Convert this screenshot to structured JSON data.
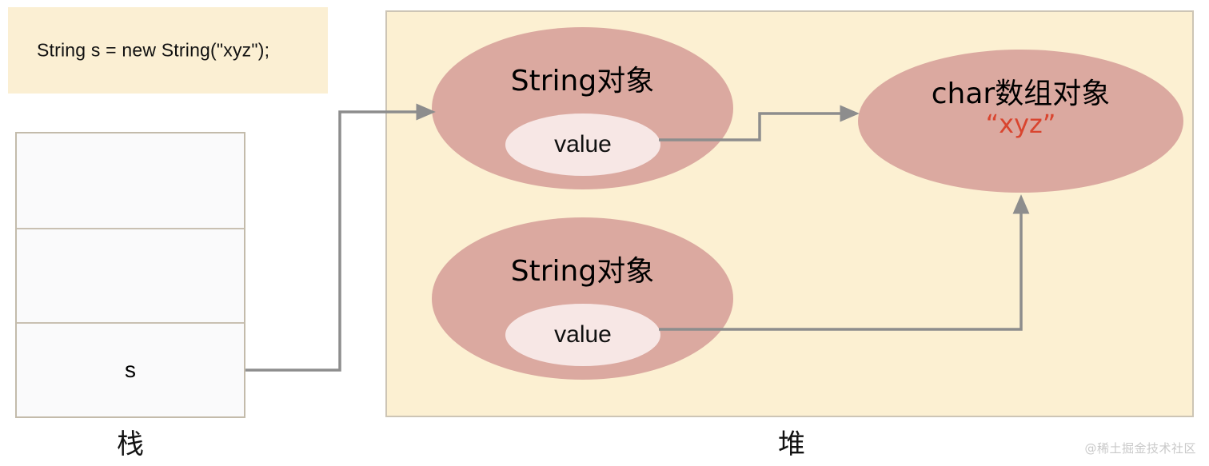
{
  "code_box": {
    "text": "String s = new String(\"xyz\");"
  },
  "stack": {
    "label": "栈",
    "cells": [
      {
        "text": ""
      },
      {
        "text": ""
      },
      {
        "text": "s"
      }
    ]
  },
  "heap": {
    "label": "堆",
    "objects": [
      {
        "title": "String对象",
        "field": "value"
      },
      {
        "title": "String对象",
        "field": "value"
      },
      {
        "title": "char数组对象",
        "value": "“xyz”"
      }
    ]
  },
  "watermark": {
    "text": "@稀土掘金技术社区"
  },
  "colors": {
    "heap_background": "#fcf0d2",
    "heap_border": "#cdc5b5",
    "code_background": "#fbefd3",
    "object_fill": "#dba9a0",
    "field_fill": "#f7e7e5",
    "stack_border": "#c3bbab",
    "stack_fill": "#fafafb",
    "arrow": "#8d8d8d",
    "value_text": "#d9452f"
  }
}
